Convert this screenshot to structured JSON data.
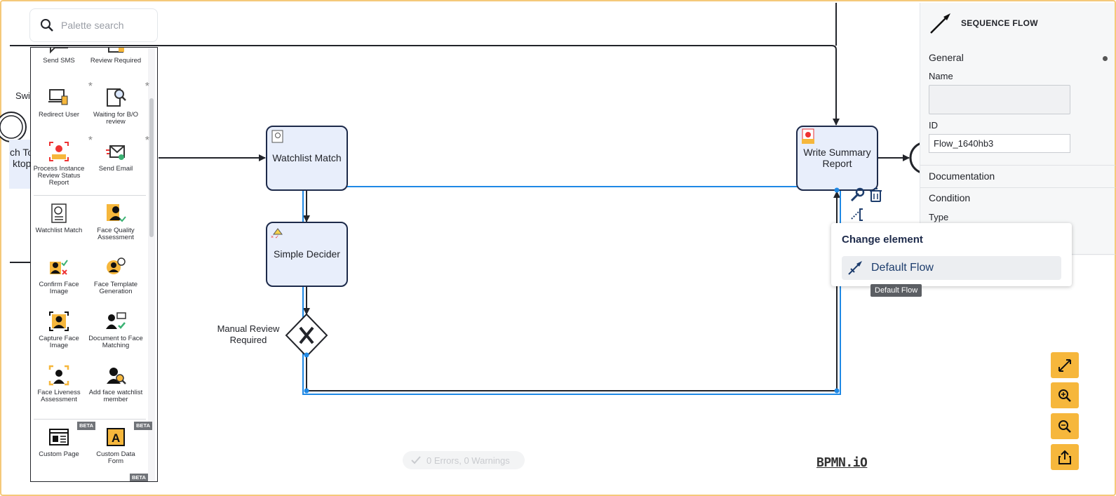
{
  "palette_search": {
    "placeholder": "Palette search"
  },
  "palette": {
    "items": [
      {
        "label": "Send SMS",
        "icon": "sms-icon",
        "star": false
      },
      {
        "label": "Review Required",
        "icon": "review-icon",
        "star": false
      },
      {
        "label": "Redirect User",
        "icon": "redirect-user-icon",
        "star": true
      },
      {
        "label": "Waiting for B/O review",
        "icon": "search-document-icon",
        "star": true
      },
      {
        "label": "Process Instance Review Status Report",
        "icon": "camera-report-icon",
        "star": true
      },
      {
        "label": "Send Email",
        "icon": "email-icon",
        "star": true
      },
      {
        "label": "Watchlist Match",
        "icon": "watchlist-icon",
        "star": false
      },
      {
        "label": "Face Quality Assessment",
        "icon": "face-quality-icon",
        "star": false
      },
      {
        "label": "Confirm Face Image",
        "icon": "confirm-face-icon",
        "star": false
      },
      {
        "label": "Face Template Generation",
        "icon": "face-template-icon",
        "star": false
      },
      {
        "label": "Capture Face Image",
        "icon": "capture-face-icon",
        "star": false
      },
      {
        "label": "Document to Face Matching",
        "icon": "doc-face-icon",
        "star": false
      },
      {
        "label": "Face Liveness Assessment",
        "icon": "face-liveness-icon",
        "star": false
      },
      {
        "label": "Add face watchlist member",
        "icon": "add-watchlist-icon",
        "star": false
      },
      {
        "label": "Custom Page",
        "icon": "custom-page-icon",
        "beta": "BETA"
      },
      {
        "label": "Custom Data Form",
        "icon": "custom-form-icon",
        "beta": "BETA"
      }
    ],
    "last_beta": "BETA"
  },
  "canvas": {
    "watchlist_match": "Watchlist Match",
    "simple_decider": "Simple Decider",
    "manual_review": "Manual Review Required",
    "write_summary": "Write Summary Report",
    "left_label_1": "Swi",
    "left_label_2": "ch To",
    "left_label_3": "ktop",
    "gateway_symbol": "X"
  },
  "properties": {
    "header": "SEQUENCE FLOW",
    "general": "General",
    "name_label": "Name",
    "id_label": "ID",
    "id_value": "Flow_1640hb3",
    "documentation": "Documentation",
    "condition": "Condition",
    "type_label": "Type"
  },
  "popup": {
    "title": "Change element",
    "entry": "Default Flow",
    "tooltip": "Default Flow"
  },
  "status": {
    "text": "0 Errors, 0 Warnings"
  },
  "brand": {
    "logo": "BPMN.iO"
  },
  "colors": {
    "accent": "#f6b73c",
    "selection": "#1e88e5",
    "task_fill": "#e8eefb",
    "task_stroke": "#1d2a4a"
  }
}
